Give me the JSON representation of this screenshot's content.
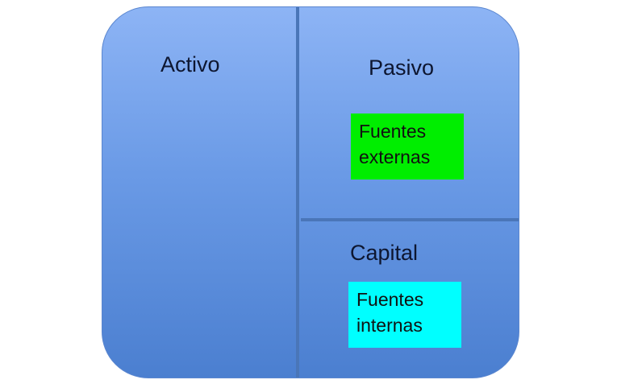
{
  "diagram": {
    "activo": "Activo",
    "pasivo": "Pasivo",
    "capital": "Capital",
    "externas": {
      "line1": "Fuentes",
      "line2": "externas",
      "color": "#00ee00"
    },
    "internas": {
      "line1": "Fuentes",
      "line2": "internas",
      "color": "#00ffff"
    }
  }
}
